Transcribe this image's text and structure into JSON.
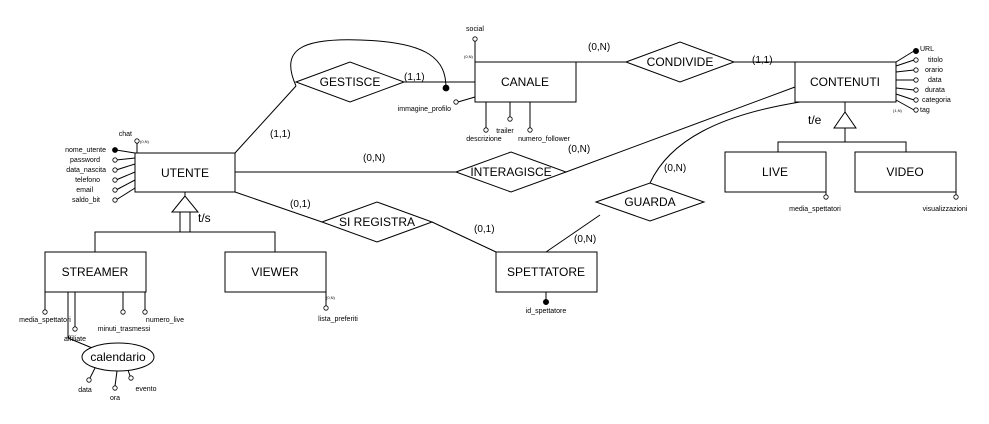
{
  "entities": {
    "utente": "UTENTE",
    "canale": "CANALE",
    "contenuti": "CONTENUTI",
    "live": "LIVE",
    "video": "VIDEO",
    "streamer": "STREAMER",
    "viewer": "VIEWER",
    "spettatore": "SPETTATORE",
    "calendario": "calendario"
  },
  "relationships": {
    "gestisce": "GESTISCE",
    "condivide": "CONDIVIDE",
    "interagisce": "INTERAGISCE",
    "si_registra": "SI REGISTRA",
    "guarda": "GUARDA"
  },
  "cardinalities": {
    "gestisce_canale": "(1,1)",
    "gestisce_utente": "(1,1)",
    "condivide_canale": "(0,N)",
    "condivide_contenuti": "(1,1)",
    "interagisce_utente": "(0,N)",
    "interagisce_contenuti": "(0,N)",
    "registra_utente": "(0,1)",
    "registra_spettatore": "(0,1)",
    "guarda_contenuti": "(0,N)",
    "guarda_spettatore": "(0,N)"
  },
  "generalizations": {
    "contenuti": "t/e",
    "utente": "t/s"
  },
  "attributes": {
    "utente": [
      "nome_utente",
      "password",
      "data_nascita",
      "telefono",
      "email",
      "saldo_bit"
    ],
    "utente_chat": "chat",
    "utente_chat_card": "(0,N)",
    "canale_social": "social",
    "canale_social_card": "(0,N)",
    "canale_immagine": "immagine_profilo",
    "canale_bottom": [
      "descrizione",
      "trailer",
      "numero_follower"
    ],
    "contenuti": [
      "URL",
      "titolo",
      "orario",
      "data",
      "durata",
      "categoria",
      "tag"
    ],
    "contenuti_tag_card": "(1,N)",
    "live": "media_spettatori",
    "video": "visualizzazioni",
    "streamer": [
      "media_spettatori",
      "affiliate",
      "minuti_trasmessi",
      "numero_live"
    ],
    "viewer": "lista_preferiti",
    "viewer_card": "(0,N)",
    "spettatore": "id_spettatore",
    "calendario": [
      "data",
      "ora",
      "evento"
    ]
  }
}
